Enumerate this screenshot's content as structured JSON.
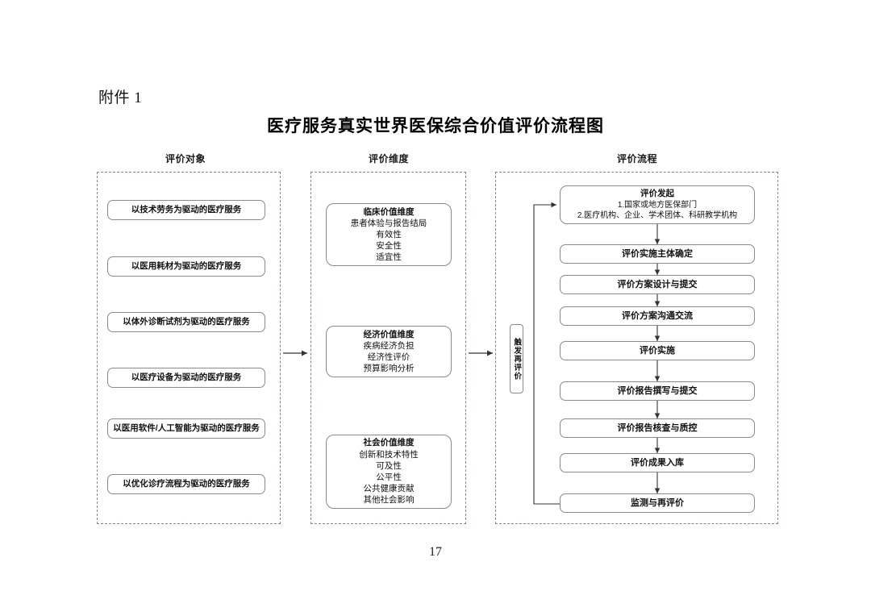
{
  "document": {
    "attachment_label": "附件 1",
    "title": "医疗服务真实世界医保综合价值评价流程图",
    "page_number": "17"
  },
  "columns": {
    "objects": {
      "header": "评价对象"
    },
    "dimensions": {
      "header": "评价维度"
    },
    "process": {
      "header": "评价流程"
    }
  },
  "evaluation_objects": [
    {
      "label": "以技术劳务为驱动的医疗服务"
    },
    {
      "label": "以医用耗材为驱动的医疗服务"
    },
    {
      "label": "以体外诊断试剂为驱动的医疗服务"
    },
    {
      "label": "以医疗设备为驱动的医疗服务"
    },
    {
      "label": "以医用软件/人工智能为驱动的医疗服务"
    },
    {
      "label": "以优化诊疗流程为驱动的医疗服务"
    }
  ],
  "evaluation_dimensions": [
    {
      "title": "临床价值维度",
      "items": [
        "患者体验与报告结局",
        "有效性",
        "安全性",
        "适宜性"
      ]
    },
    {
      "title": "经济价值维度",
      "items": [
        "疾病经济负担",
        "经济性评价",
        "预算影响分析"
      ]
    },
    {
      "title": "社会价值维度",
      "items": [
        "创新和技术特性",
        "可及性",
        "公平性",
        "公共健康贡献",
        "其他社会影响"
      ]
    }
  ],
  "evaluation_process": {
    "initiation": {
      "title": "评价发起",
      "items": [
        "1.国家或地方医保部门",
        "2.医疗机构、企业、学术团体、科研教学机构"
      ]
    },
    "steps": [
      {
        "label": "评价实施主体确定"
      },
      {
        "label": "评价方案设计与提交"
      },
      {
        "label": "评价方案沟通交流"
      },
      {
        "label": "评价实施"
      },
      {
        "label": "评价报告撰写与提交"
      },
      {
        "label": "评价报告核查与质控"
      },
      {
        "label": "评价成果入库"
      },
      {
        "label": "监测与再评价"
      }
    ],
    "feedback_label": "触发再评价"
  },
  "colors": {
    "dashed_border": "#7a7fc0",
    "node_border": "#8a8a8a",
    "connector": "#333333",
    "text": "#111111",
    "background": "#ffffff"
  }
}
